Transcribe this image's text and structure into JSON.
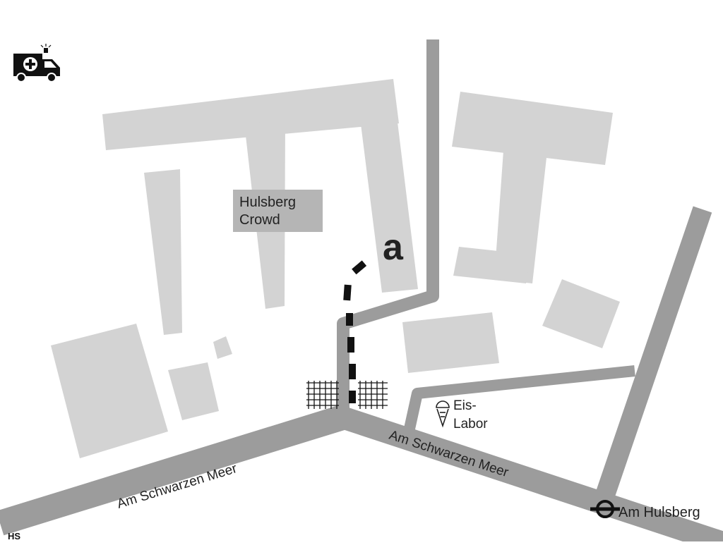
{
  "colors": {
    "background": "#ffffff",
    "building": "#d3d3d3",
    "road": "#9c9c9c",
    "label_box": "#b5b5b5",
    "ink": "#111111",
    "text": "#222222"
  },
  "labels": {
    "venue_line1": "Hulsberg",
    "venue_line2": "Crowd",
    "shop_line1": "Eis-",
    "shop_line2": "Labor",
    "stop_name": "Am Hulsberg",
    "street_left": "Am Schwarzen Meer",
    "street_right": "Am Schwarzen Meer",
    "venue_letter": "a",
    "signature": "HS"
  },
  "icons": {
    "ambulance": "ambulance-icon",
    "ice_cream": "ice-cream-icon",
    "tram_stop": "tram-stop-icon",
    "venue_marker": "venue-letter-a-icon",
    "footpath": "dashed-footpath",
    "crosswalk": "crosswalk-grid"
  }
}
